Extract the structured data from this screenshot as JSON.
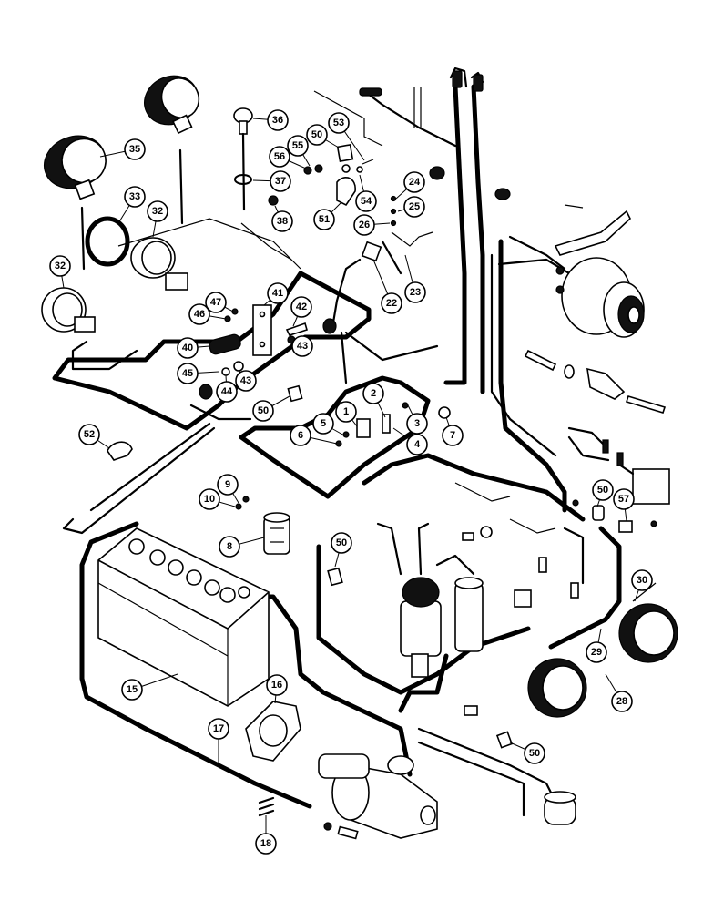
{
  "diagram": {
    "colors": {
      "ink": "#000000",
      "paper": "#ffffff",
      "fill": "#e9e9e9"
    },
    "callouts": [
      {
        "id": "c1",
        "label": "1"
      },
      {
        "id": "c2",
        "label": "2"
      },
      {
        "id": "c3",
        "label": "3"
      },
      {
        "id": "c4",
        "label": "4"
      },
      {
        "id": "c5",
        "label": "5"
      },
      {
        "id": "c6",
        "label": "6"
      },
      {
        "id": "c7",
        "label": "7"
      },
      {
        "id": "c8",
        "label": "8"
      },
      {
        "id": "c9",
        "label": "9"
      },
      {
        "id": "c10",
        "label": "10"
      },
      {
        "id": "c15",
        "label": "15"
      },
      {
        "id": "c16",
        "label": "16"
      },
      {
        "id": "c17",
        "label": "17"
      },
      {
        "id": "c18",
        "label": "18"
      },
      {
        "id": "c22",
        "label": "22"
      },
      {
        "id": "c23",
        "label": "23"
      },
      {
        "id": "c24",
        "label": "24"
      },
      {
        "id": "c25",
        "label": "25"
      },
      {
        "id": "c26",
        "label": "26"
      },
      {
        "id": "c28",
        "label": "28"
      },
      {
        "id": "c29",
        "label": "29"
      },
      {
        "id": "c30",
        "label": "30"
      },
      {
        "id": "c32a",
        "label": "32"
      },
      {
        "id": "c32b",
        "label": "32"
      },
      {
        "id": "c33",
        "label": "33"
      },
      {
        "id": "c35",
        "label": "35"
      },
      {
        "id": "c36",
        "label": "36"
      },
      {
        "id": "c37",
        "label": "37"
      },
      {
        "id": "c38",
        "label": "38"
      },
      {
        "id": "c40",
        "label": "40"
      },
      {
        "id": "c41",
        "label": "41"
      },
      {
        "id": "c42",
        "label": "42"
      },
      {
        "id": "c43a",
        "label": "43"
      },
      {
        "id": "c43b",
        "label": "43"
      },
      {
        "id": "c44",
        "label": "44"
      },
      {
        "id": "c45",
        "label": "45"
      },
      {
        "id": "c46",
        "label": "46"
      },
      {
        "id": "c47",
        "label": "47"
      },
      {
        "id": "c50a",
        "label": "50"
      },
      {
        "id": "c50b",
        "label": "50"
      },
      {
        "id": "c50c",
        "label": "50"
      },
      {
        "id": "c50d",
        "label": "50"
      },
      {
        "id": "c50e",
        "label": "50"
      },
      {
        "id": "c51",
        "label": "51"
      },
      {
        "id": "c52",
        "label": "52"
      },
      {
        "id": "c53",
        "label": "53"
      },
      {
        "id": "c54",
        "label": "54"
      },
      {
        "id": "c55",
        "label": "55"
      },
      {
        "id": "c56",
        "label": "56"
      },
      {
        "id": "c57",
        "label": "57"
      }
    ]
  }
}
